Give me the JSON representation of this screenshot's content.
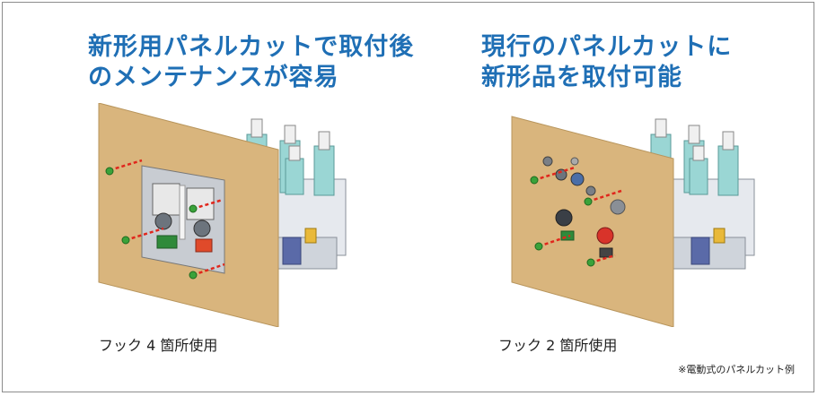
{
  "left": {
    "heading_line1": "新形用パネルカットで取付後",
    "heading_line2": "のメンテナンスが容易",
    "caption": "フック 4 箇所使用"
  },
  "right": {
    "heading_line1": "現行のパネルカットに",
    "heading_line2": "新形品を取付可能",
    "caption": "フック 2 箇所使用"
  },
  "footnote": "※電動式のパネルカット例",
  "colors": {
    "heading": "#1f6fb5",
    "panel": "#d9b57d",
    "hook_line": "#e0261c",
    "hook_dot": "#3aa23a",
    "terminal": "#8fd0cf"
  }
}
